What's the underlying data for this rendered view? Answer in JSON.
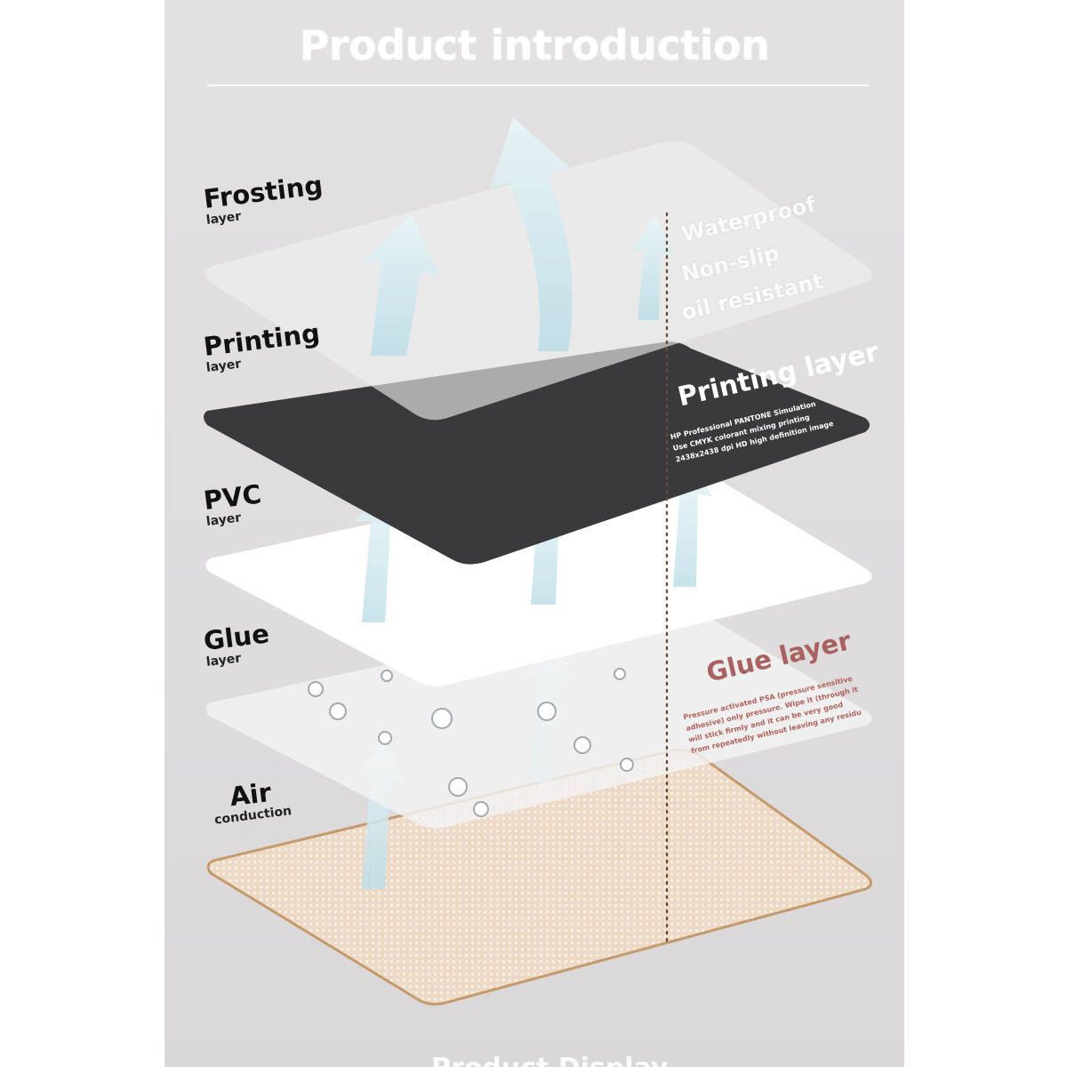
{
  "title": "Product introduction",
  "layers": [
    {
      "name": "Frosting",
      "sub": "layer"
    },
    {
      "name": "Printing",
      "sub": "layer"
    },
    {
      "name": "PVC",
      "sub": "layer"
    },
    {
      "name": "Glue",
      "sub": "layer"
    },
    {
      "name": "Air",
      "sub": "conduction"
    }
  ],
  "features": [
    "Waterproof",
    "Non-slip",
    "oil resistant"
  ],
  "printing_layer": {
    "title": "Printing layer",
    "desc": [
      "HP Professional PANTONE Simulation",
      "Use CMYK colorant mixing printing",
      "2438x2438 dpi HD high definition image"
    ]
  },
  "glue_layer": {
    "title": "Glue layer",
    "desc": [
      "Pressure activated PSA (pressure sensitive",
      "adhesive) only pressure. Wipe it (through it",
      "will stick firmly and it can be very good",
      "from repeatedly without leaving any residu"
    ]
  },
  "footer": "Product Display",
  "colors": {
    "background": "#dfddde",
    "printing_plate": "#3a3a3c",
    "base_plate": "#ead7c4",
    "glue_text": "#a8615e",
    "arrow": "#cfe7ee"
  }
}
